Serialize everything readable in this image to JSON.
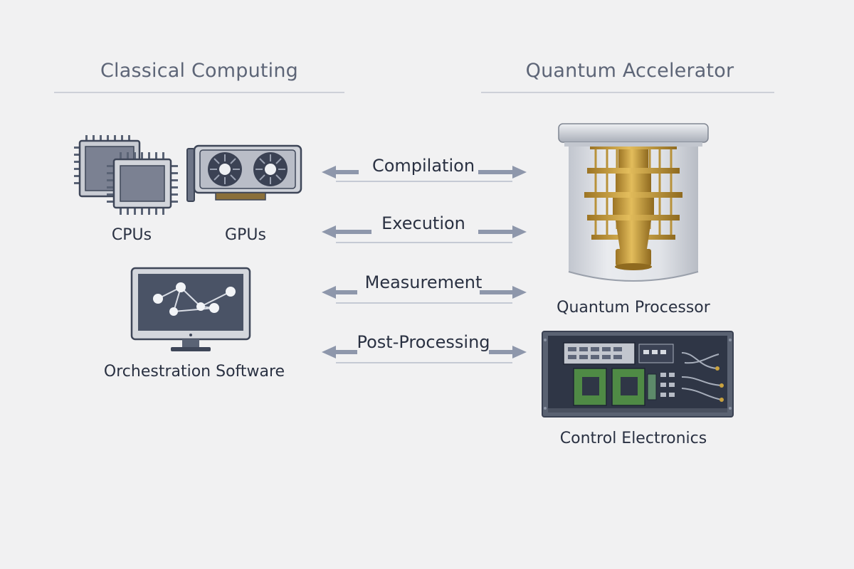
{
  "sections": {
    "classical": {
      "title": "Classical Computing"
    },
    "quantum": {
      "title": "Quantum Accelerator"
    }
  },
  "classical_components": {
    "cpus": {
      "label": "CPUs",
      "icon": "cpu-chips-icon"
    },
    "gpus": {
      "label": "GPUs",
      "icon": "gpu-card-icon"
    },
    "orchestration": {
      "label": "Orchestration Software",
      "icon": "monitor-graph-icon"
    }
  },
  "quantum_components": {
    "processor": {
      "label": "Quantum Processor",
      "icon": "dilution-refrigerator-icon"
    },
    "electronics": {
      "label": "Control Electronics",
      "icon": "rack-electronics-icon"
    }
  },
  "flows": [
    {
      "label": "Compilation",
      "direction": "bidirectional"
    },
    {
      "label": "Execution",
      "direction": "bidirectional"
    },
    {
      "label": "Measurement",
      "direction": "bidirectional"
    },
    {
      "label": "Post-Processing",
      "direction": "bidirectional"
    }
  ],
  "colors": {
    "background": "#f1f1f2",
    "arrow": "#8e97ab",
    "gold": "#c9a23f",
    "slate": "#4a5366",
    "pcb_green": "#4f8a45"
  }
}
